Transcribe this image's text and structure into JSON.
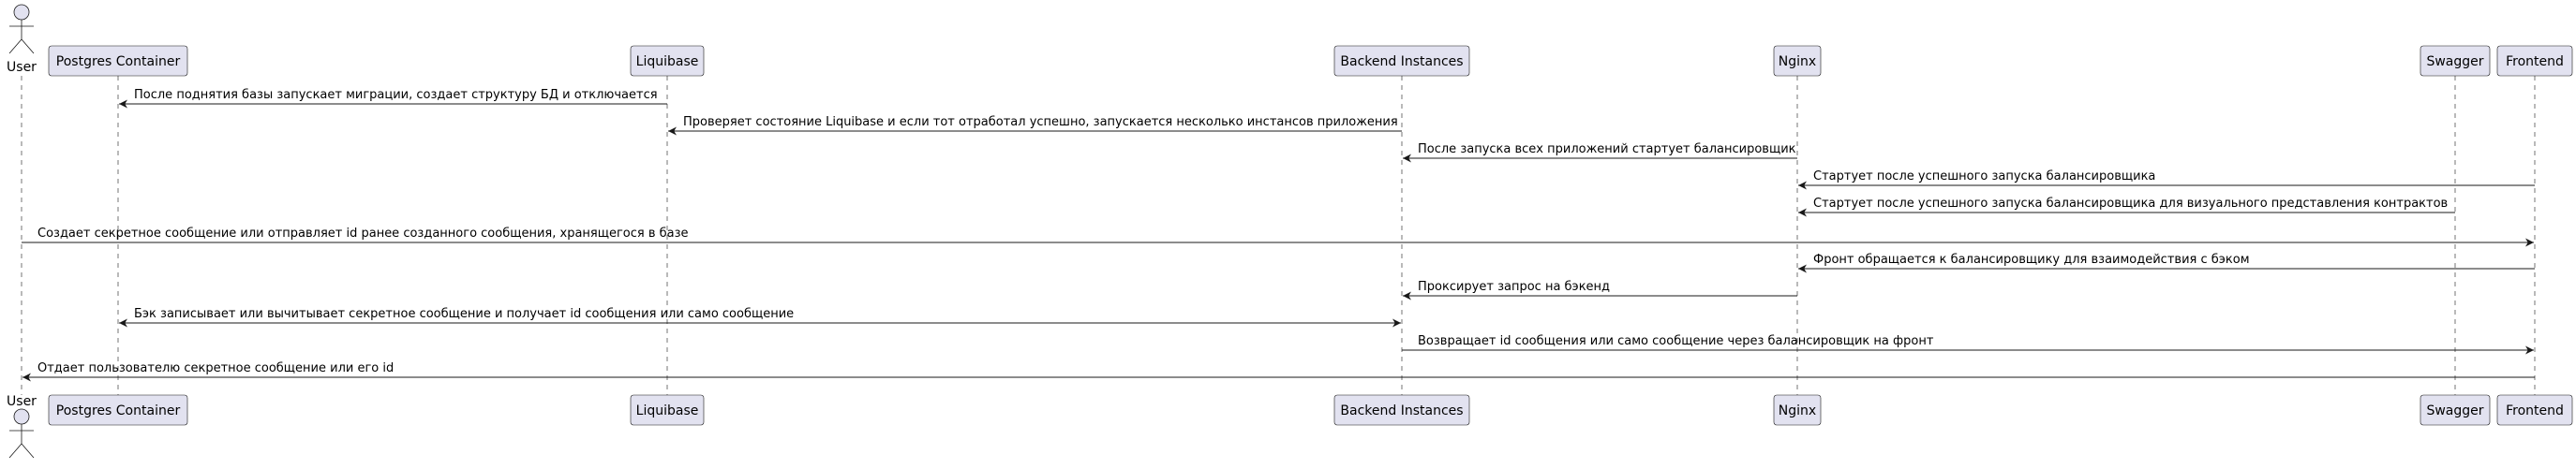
{
  "diagram": {
    "type": "sequence",
    "participants": [
      {
        "id": "user",
        "label": "User",
        "kind": "actor"
      },
      {
        "id": "postgres",
        "label": "Postgres Container",
        "kind": "participant"
      },
      {
        "id": "liquibase",
        "label": "Liquibase",
        "kind": "participant"
      },
      {
        "id": "backend",
        "label": "Backend Instances",
        "kind": "participant"
      },
      {
        "id": "nginx",
        "label": "Nginx",
        "kind": "participant"
      },
      {
        "id": "swagger",
        "label": "Swagger",
        "kind": "participant"
      },
      {
        "id": "frontend",
        "label": "Frontend",
        "kind": "participant"
      }
    ],
    "messages": [
      {
        "from": "liquibase",
        "to": "postgres",
        "text": "После поднятия базы запускает миграции, создает структуру БД и отключается"
      },
      {
        "from": "backend",
        "to": "liquibase",
        "text": "Проверяет состояние Liquibase и если тот отработал успешно, запускается несколько инстансов приложения"
      },
      {
        "from": "nginx",
        "to": "backend",
        "text": "После запуска всех приложений стартует балансировщик"
      },
      {
        "from": "frontend",
        "to": "nginx",
        "text": "Стартует после успешного запуска балансировщика"
      },
      {
        "from": "swagger",
        "to": "nginx",
        "text": "Стартует после успешного запуска балансировщика для визуального представления контрактов"
      },
      {
        "from": "user",
        "to": "frontend",
        "text": "Создает секретное сообщение или отправляет id ранее созданного сообщения, хранящегося в базе"
      },
      {
        "from": "frontend",
        "to": "nginx",
        "text": "Фронт обращается к балансировщику для взаимодействия с бэком"
      },
      {
        "from": "nginx",
        "to": "backend",
        "text": "Проксирует запрос на бэкенд"
      },
      {
        "from": "postgres",
        "to": "backend",
        "bidirectional": true,
        "text": "Бэк записывает или вычитывает секретное сообщение и получает id сообщения или само сообщение"
      },
      {
        "from": "backend",
        "to": "frontend",
        "text": "Возвращает id сообщения или само сообщение через балансировщик на фронт"
      },
      {
        "from": "frontend",
        "to": "user",
        "text": "Отдает пользователю секретное сообщение или его id"
      }
    ],
    "colors": {
      "box_fill": "#e2e2f0",
      "box_stroke": "#181818",
      "lifeline": "#181818",
      "arrow": "#181818",
      "text": "#000000"
    }
  }
}
